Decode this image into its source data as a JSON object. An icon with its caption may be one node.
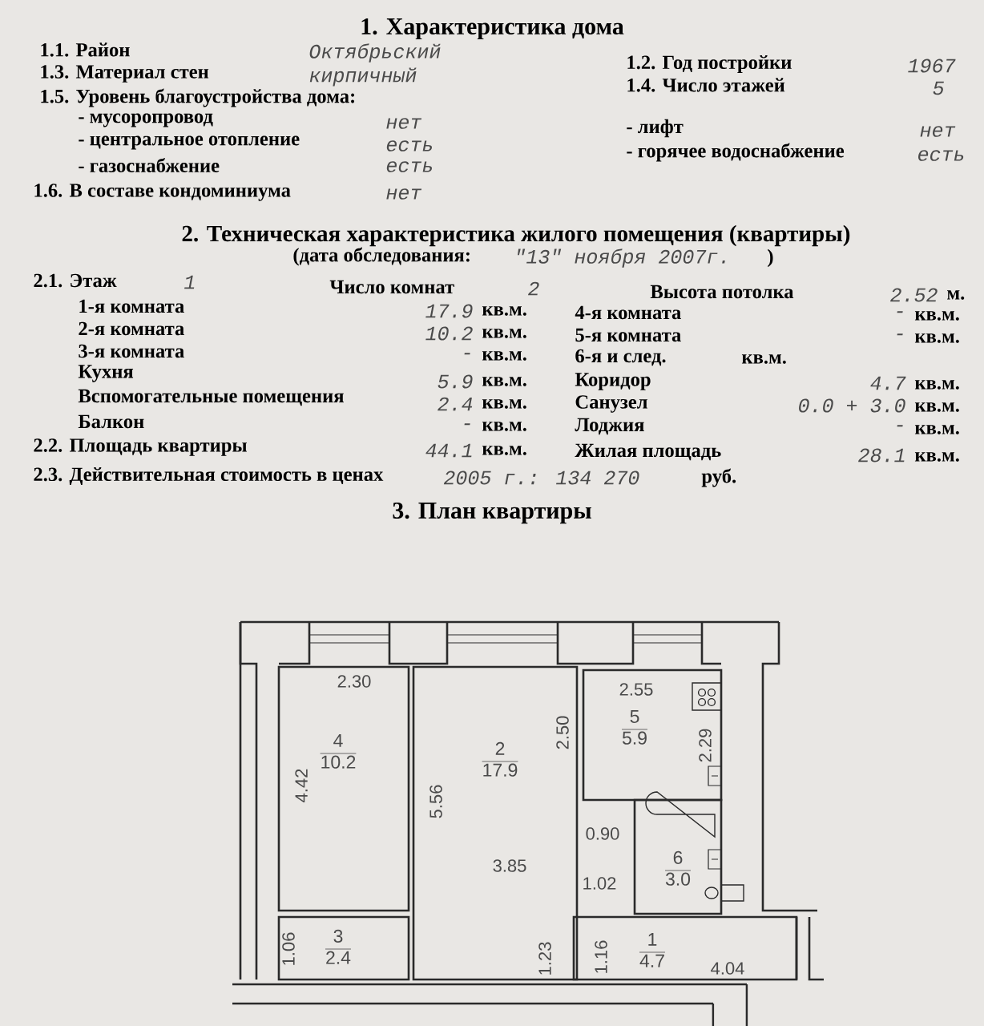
{
  "diagram": {
    "nodes": [
      {
        "text": [
          "4",
          "10.2"
        ]
      },
      {
        "text": [
          "2",
          "17.9"
        ]
      },
      {
        "text": [
          "5",
          "5.9"
        ]
      },
      {
        "text": [
          "6",
          "3.0"
        ]
      },
      {
        "text": [
          "3",
          "2.4"
        ]
      },
      {
        "text": [
          "1",
          "4.7"
        ]
      }
    ],
    "edges": [],
    "labels": [
      "1. Характеристика дома",
      "1.1. Район",
      "Октябрьский",
      "1.2. Год постройки",
      "1967",
      "1.3. Материал стен",
      "кирпичный",
      "1.4. Число этажей",
      "5",
      "1.5. Уровень благоустройства дома:",
      "- мусоропровод",
      "нет",
      "- лифт",
      "нет",
      "- центральное отопление",
      "есть",
      "- горячее водоснабжение",
      "есть",
      "- газоснабжение",
      "есть",
      "1.6. В составе кондоминиума",
      "нет",
      "2. Техническая характеристика жилого помещения (квартиры)",
      "(дата обследования:",
      "\"13\" ноября 2007г.",
      ")",
      "2.1. Этаж",
      "1",
      "Число комнат",
      "2",
      "Высота потолка",
      "2.52",
      "м.",
      "1-я комната",
      "17.9",
      "кв.м.",
      "4-я комната",
      "-",
      "кв.м.",
      "2-я комната",
      "10.2",
      "кв.м.",
      "5-я комната",
      "-",
      "кв.м.",
      "3-я комната",
      "-",
      "кв.м.",
      "6-я и след.",
      "кв.м.",
      "Кухня",
      "5.9",
      "кв.м.",
      "Коридор",
      "4.7",
      "кв.м.",
      "Вспомогательные помещения",
      "2.4",
      "кв.м.",
      "Санузел",
      "0.0 + 3.0",
      "кв.м.",
      "Балкон",
      "-",
      "кв.м.",
      "Лоджия",
      "-",
      "кв.м.",
      "2.2. Площадь квартиры",
      "44.1",
      "кв.м.",
      "Жилая площадь",
      "28.1",
      "кв.м.",
      "2.3. Действительная стоимость в ценах",
      "2005 г.: 134 270",
      "руб.",
      "3. План квартиры",
      "2.30",
      "4.42",
      "5.56",
      "3.85",
      "2.50",
      "2.55",
      "2.29",
      "0.90",
      "1.02",
      "1.06",
      "1.23",
      "1.16",
      "4.04"
    ]
  }
}
